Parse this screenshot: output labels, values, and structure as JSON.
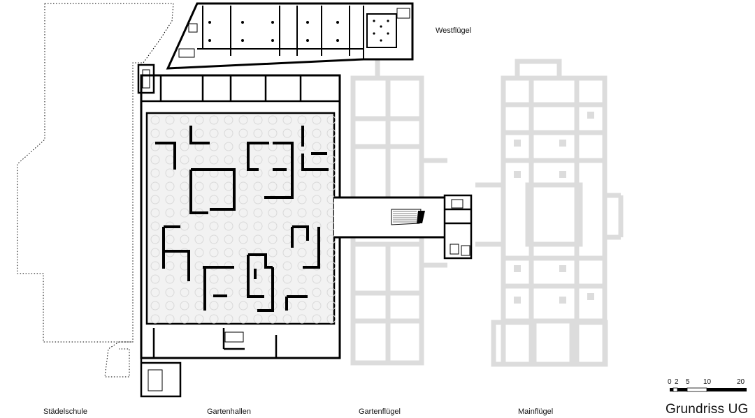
{
  "labels": {
    "westfluegel": "Westflügel",
    "staedelschule": "Städelschule",
    "gartenhallen": "Gartenhallen",
    "gartenfluegel": "Gartenflügel",
    "mainfluegel": "Mainflügel"
  },
  "title": "Grundriss UG",
  "scalebar": {
    "ticks": [
      "0",
      "2",
      "5",
      "10",
      "20"
    ]
  },
  "colors": {
    "wall": "#000000",
    "existing": "#dcdcdc",
    "hall_fill": "#f2f2f2",
    "skylight": "#d9d9d9"
  }
}
